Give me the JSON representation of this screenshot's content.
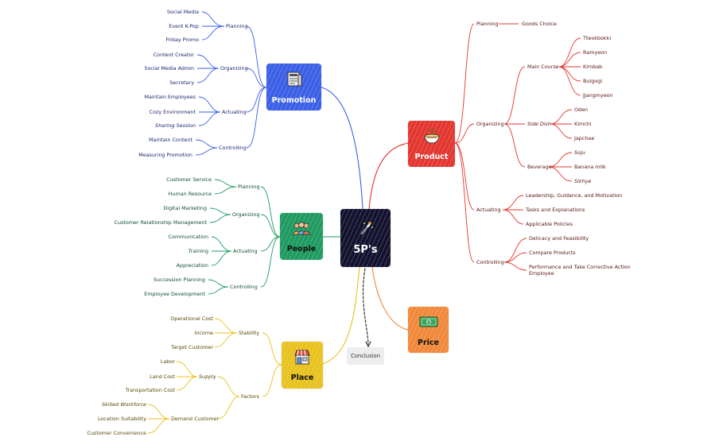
{
  "center": {
    "label": "5P's",
    "color": "#12122e"
  },
  "colors": {
    "promotion": "#3b5fe6",
    "people": "#1f9a60",
    "place": "#e8c21f",
    "product": "#e3362f",
    "price": "#f1883a"
  },
  "conclusion": "Conclusion",
  "promotion": {
    "label": "Promotion",
    "planning": {
      "label": "Planning",
      "items": [
        "Social Media",
        "Event K-Pop",
        "Friday Promo"
      ]
    },
    "organizing": {
      "label": "Organizing",
      "items": [
        "Content Creator",
        "Social Media Admin",
        "Secretary"
      ]
    },
    "actuating": {
      "label": "Actuating",
      "items": [
        "Maintain Employees",
        "Cozy Environment",
        "Sharing Session"
      ]
    },
    "controlling": {
      "label": "Controlling",
      "items": [
        "Maintain Content",
        "Measuring Promotion"
      ]
    }
  },
  "people": {
    "label": "People",
    "planning": {
      "label": "Planning",
      "items": [
        "Customer Service",
        "Human Resource"
      ]
    },
    "organizing": {
      "label": "Organizing",
      "items": [
        "Digital Marketing",
        "Customer Relationship Management"
      ]
    },
    "actuating": {
      "label": "Actuating",
      "items": [
        "Communication",
        "Training",
        "Appreciation"
      ]
    },
    "controlling": {
      "label": "Controlling",
      "items": [
        "Succession Planning",
        "Employee Development"
      ]
    }
  },
  "place": {
    "label": "Place",
    "stability": {
      "label": "Stability",
      "items": [
        "Operational Cost",
        "Income",
        "Target Customer"
      ]
    },
    "factors": {
      "label": "Factors",
      "supply": {
        "label": "Supply",
        "items": [
          "Labor",
          "Land Cost",
          "Transportation Cost"
        ]
      },
      "demand": {
        "label": "Demand Customer",
        "items": [
          "Skilled Workforce",
          "Location Suitability",
          "Customer Convenience"
        ]
      }
    }
  },
  "product": {
    "label": "Product",
    "planning": {
      "label": "Planning",
      "items": [
        "Goods Choice"
      ]
    },
    "organizing": {
      "label": "Organizing",
      "main": {
        "label": "Main Course",
        "items": [
          "Tteokbokki",
          "Ramyeon",
          "Kimbab",
          "Bulgogi",
          "Jjangmyeon"
        ]
      },
      "side": {
        "label": "Side Dish",
        "items": [
          "Oden",
          "Kimchi",
          "Japchae"
        ]
      },
      "beverage": {
        "label": "Beverage",
        "items": [
          "Soju",
          "Banana milk",
          "Sikhye"
        ]
      }
    },
    "actuating": {
      "label": "Actuating",
      "items": [
        "Leadership, Guidance, and Motivation",
        "Tasks and Explanations",
        "Applicable Policies"
      ]
    },
    "controlling": {
      "label": "Controlling",
      "items": [
        "Delicacy and Feasibility",
        "Compare Products",
        "Performance and Take Corrective Action",
        "Employee"
      ]
    }
  },
  "price": {
    "label": "Price"
  }
}
